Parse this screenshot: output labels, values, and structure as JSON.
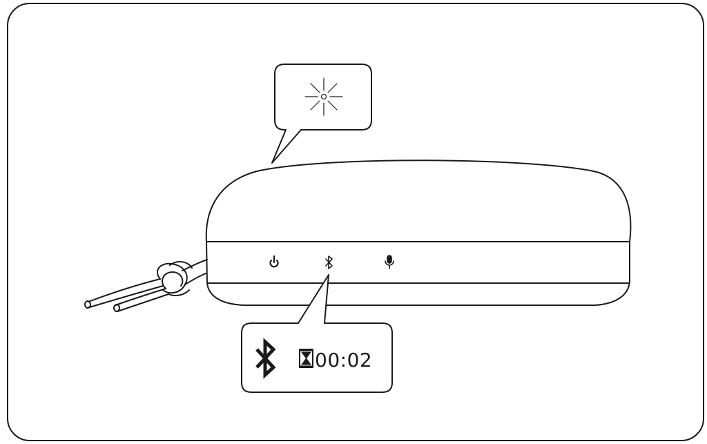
{
  "diagram": {
    "colors": {
      "stroke": "#1a1a1a",
      "background": "#ffffff"
    },
    "speaker": {
      "buttons": [
        {
          "name": "power",
          "icon": "power-icon"
        },
        {
          "name": "bluetooth",
          "icon": "bluetooth-icon"
        },
        {
          "name": "microphone",
          "icon": "microphone-icon"
        }
      ]
    },
    "light_callout": {
      "icon": "blinking-light-icon",
      "state": "blinking"
    },
    "bluetooth_callout": {
      "button_icon": "bluetooth-icon",
      "timer_icon": "hourglass-icon",
      "hold_time": "00:02"
    }
  }
}
